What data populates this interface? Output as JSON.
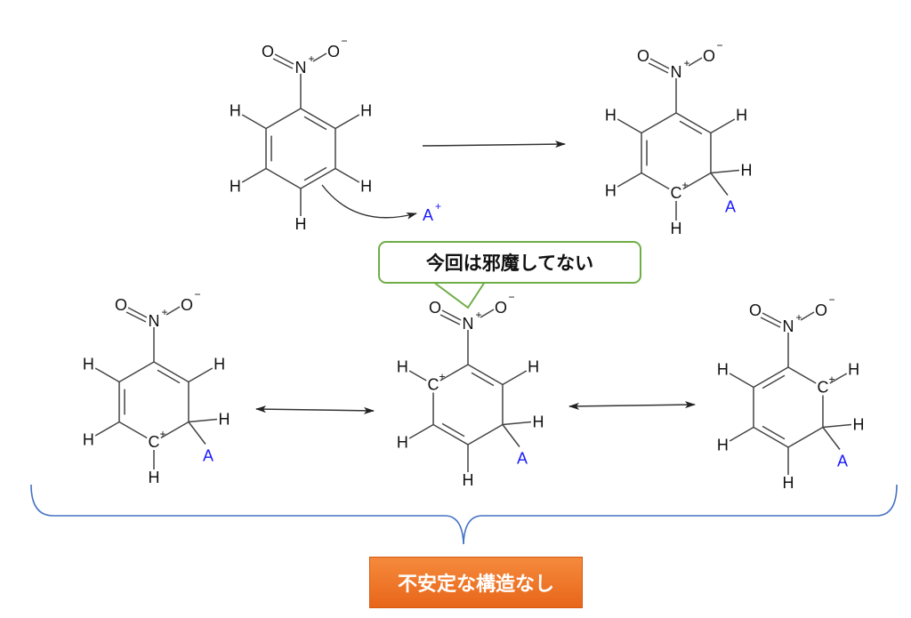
{
  "callout": {
    "text": "今回は邪魔してない"
  },
  "result_label": {
    "text": "不安定な構造なし"
  },
  "reagent": {
    "symbol": "A",
    "charge": "+"
  },
  "atoms": {
    "O": "O",
    "N": "N",
    "plus": "+",
    "minus": "−",
    "H": "H",
    "C": "C",
    "A": "A"
  },
  "colors": {
    "callout_border": "#70ad47",
    "result_bg": "#ed7d31",
    "brace": "#4472c4",
    "substituent": "#1a1aff"
  }
}
